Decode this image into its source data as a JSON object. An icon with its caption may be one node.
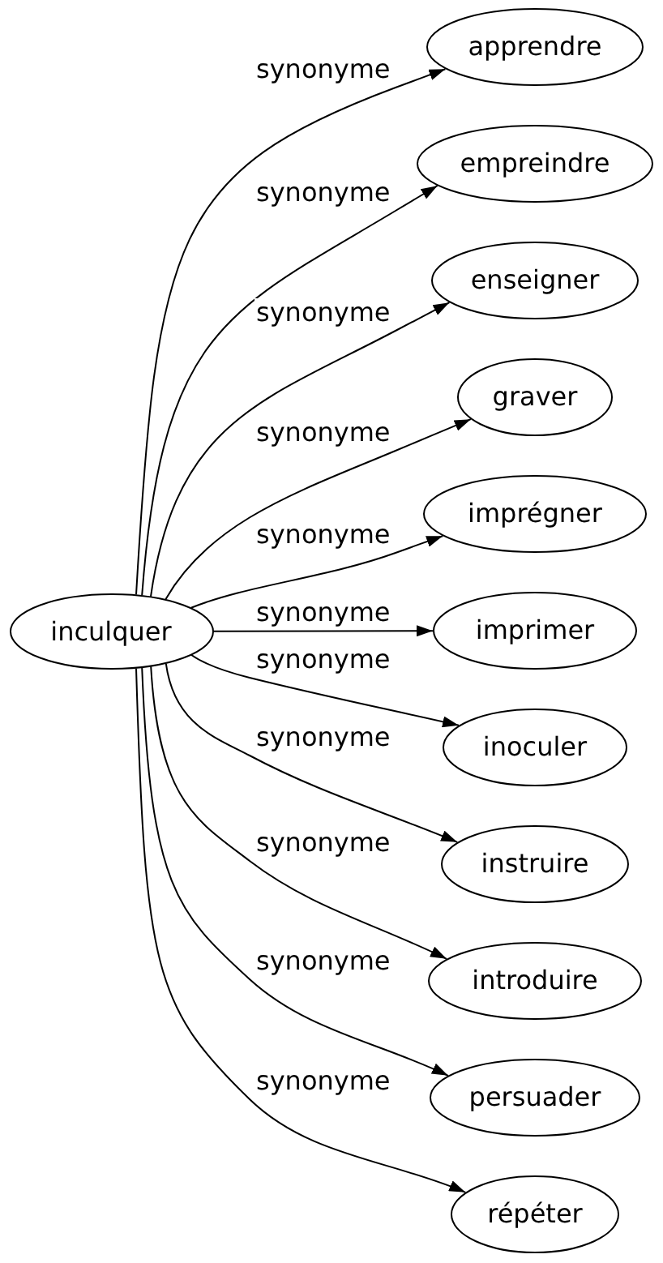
{
  "diagram": {
    "nodes": [
      {
        "text": [
          "inculquer"
        ]
      },
      {
        "text": [
          "apprendre"
        ]
      },
      {
        "text": [
          "empreindre"
        ]
      },
      {
        "text": [
          "enseigner"
        ]
      },
      {
        "text": [
          "graver"
        ]
      },
      {
        "text": [
          "imprégner"
        ]
      },
      {
        "text": [
          "imprimer"
        ]
      },
      {
        "text": [
          "inoculer"
        ]
      },
      {
        "text": [
          "instruire"
        ]
      },
      {
        "text": [
          "introduire"
        ]
      },
      {
        "text": [
          "persuader"
        ]
      },
      {
        "text": [
          "répéter"
        ]
      }
    ],
    "edges": [
      {
        "from": 0,
        "to": 1,
        "arrow": "to",
        "label": "synonyme"
      },
      {
        "from": 0,
        "to": 2,
        "arrow": "to",
        "label": "synonyme"
      },
      {
        "from": 0,
        "to": 3,
        "arrow": "to",
        "label": "synonyme"
      },
      {
        "from": 0,
        "to": 4,
        "arrow": "to",
        "label": "synonyme"
      },
      {
        "from": 0,
        "to": 5,
        "arrow": "to",
        "label": "synonyme"
      },
      {
        "from": 0,
        "to": 6,
        "arrow": "to",
        "label": "synonyme"
      },
      {
        "from": 0,
        "to": 7,
        "arrow": "to",
        "label": "synonyme"
      },
      {
        "from": 0,
        "to": 8,
        "arrow": "to",
        "label": "synonyme"
      },
      {
        "from": 0,
        "to": 9,
        "arrow": "to",
        "label": "synonyme"
      },
      {
        "from": 0,
        "to": 10,
        "arrow": "to",
        "label": "synonyme"
      },
      {
        "from": 0,
        "to": 11,
        "arrow": "to",
        "label": "synonyme"
      }
    ]
  }
}
